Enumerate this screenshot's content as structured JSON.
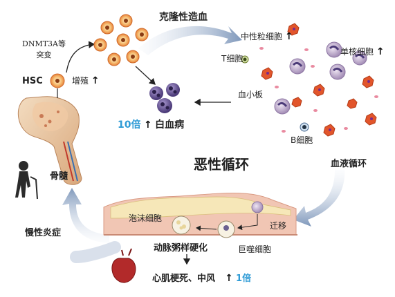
{
  "labels": {
    "dnmt3a": "DNMT3A等\n突变",
    "hsc": "HSC",
    "proliferation": "增殖",
    "clonal_hematopoiesis": "克隆性造血",
    "neutrophil": "中性粒细胞",
    "t_cell": "T细胞",
    "monocyte": "单核细胞",
    "platelet": "血小板",
    "b_cell": "B细胞",
    "fold_10": "10倍",
    "leukemia": "白血病",
    "vicious_cycle": "恶性循环",
    "blood_circulation": "血液循环",
    "bone_marrow": "骨髓",
    "chronic_inflammation": "慢性炎症",
    "foam_cell": "泡沫细胞",
    "migration": "迁移",
    "atherosclerosis": "动脉粥样硬化",
    "macrophage": "巨噬细胞",
    "mi_stroke": "心肌梗死、中风",
    "fold_1": "1倍"
  },
  "arrow_glyph": "↑",
  "colors": {
    "accent_blue": "#2e9bd6",
    "arrow_gray_blue": "#8fa6c4",
    "artery_wall": "#e9b6a4",
    "plaque": "#f6e7b8",
    "bone": "#e8c9a0",
    "neutrophil": "#e2552b",
    "monocyte": "#b7a0c6",
    "leukemia_cell": "#6d5a9c",
    "progenitor": "#f3a35a",
    "heart": "#b22a2a"
  }
}
